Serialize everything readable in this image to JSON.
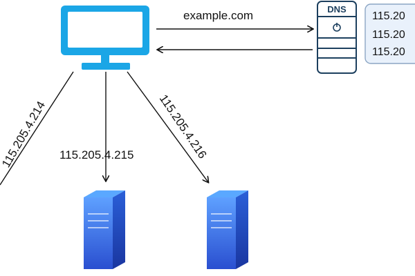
{
  "diagram": {
    "query_label": "example.com",
    "dns_label": "DNS",
    "dns_response_ips": [
      "115.20",
      "115.20",
      "115.20"
    ],
    "server_ips": {
      "left": "115.205.4.214",
      "center": "115.205.4.215",
      "right": "115.205.4.216"
    }
  },
  "colors": {
    "client_blue": "#1ba6e6",
    "server_top": "#5aa8ff",
    "server_front_light": "#4f8ff7",
    "server_front_dark": "#2d57d6",
    "server_side": "#1a3fb0",
    "dns_outline": "#1c3f5e",
    "dns_list_bg": "#e9f1fb",
    "dns_list_border": "#8ca6c4",
    "arrow": "#111111"
  },
  "icons": {
    "client": "computer-monitor-icon",
    "dns": "dns-server-icon",
    "server": "server-tower-icon"
  }
}
